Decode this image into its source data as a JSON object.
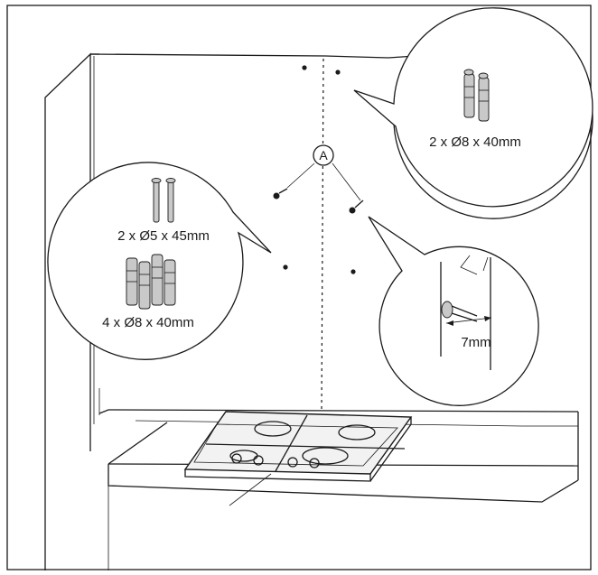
{
  "callout_label": "A",
  "screws_small": {
    "text": "2 x Ø5 x 45mm"
  },
  "plugs_small": {
    "text": "4 x Ø8 x 40mm"
  },
  "plugs_large": {
    "text": "2 x Ø8 x 40mm"
  },
  "depth": {
    "text": "7mm"
  },
  "colors": {
    "line": "#1a1a1a",
    "background": "#ffffff"
  },
  "icons": [
    "screw-icon",
    "wall-plug-icon",
    "gas-hob-icon"
  ]
}
